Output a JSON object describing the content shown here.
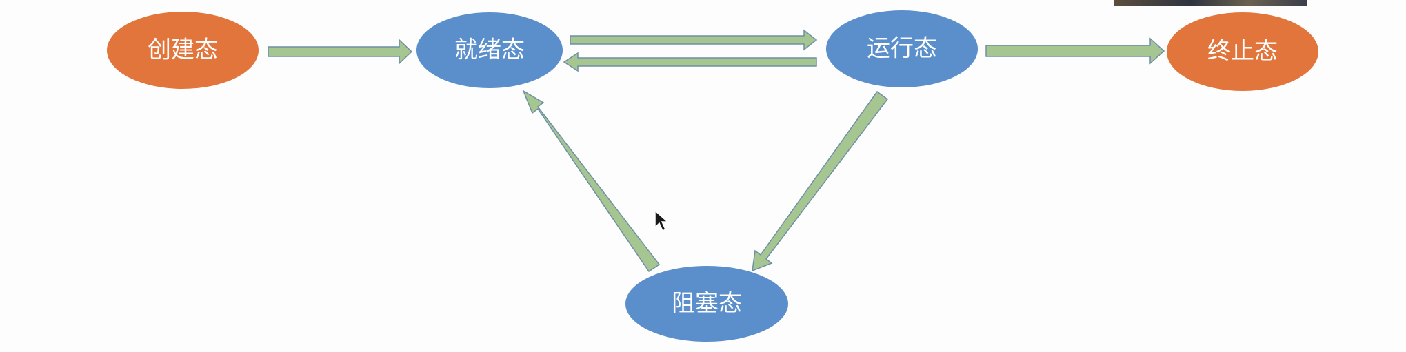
{
  "diagram": {
    "nodes": {
      "created": {
        "label": "创建态",
        "color": "#E2753C"
      },
      "ready": {
        "label": "就绪态",
        "color": "#5B8FCC"
      },
      "running": {
        "label": "运行态",
        "color": "#5B8FCC"
      },
      "terminated": {
        "label": "终止态",
        "color": "#E2753C"
      },
      "blocked": {
        "label": "阻塞态",
        "color": "#5B8FCC"
      }
    },
    "arrow_fill": "#A5C690",
    "arrow_stroke": "#6F8FA5"
  }
}
